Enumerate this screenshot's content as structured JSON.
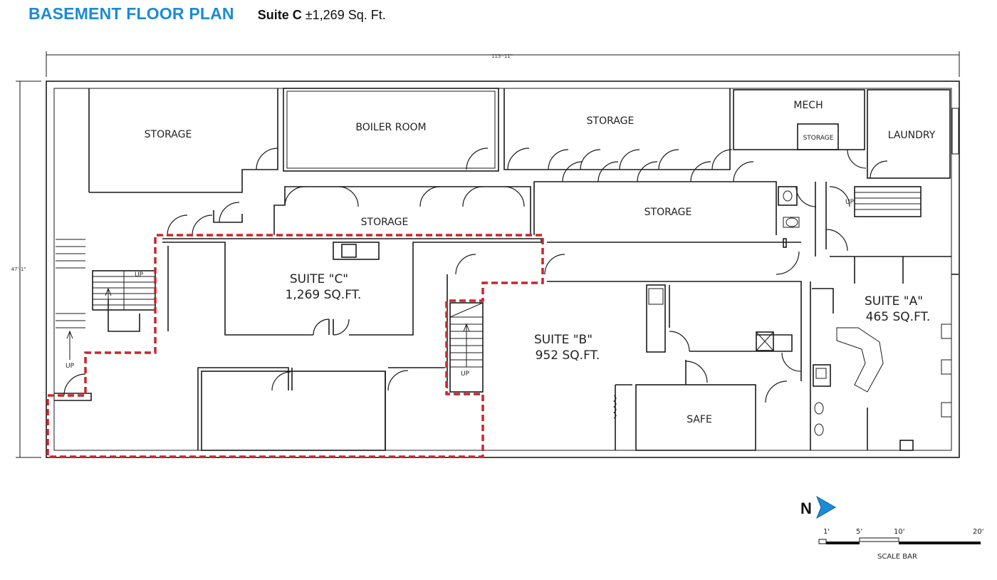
{
  "header": {
    "title": "BASEMENT FLOOR PLAN",
    "suite_label": "Suite C",
    "suite_area": "±1,269 Sq. Ft."
  },
  "plan": {
    "dimension_width": "113'-11\"",
    "dimension_height": "47'-1\"",
    "rooms": {
      "storage_nw": "STORAGE",
      "boiler": "BOILER ROOM",
      "storage_n_mid": "STORAGE",
      "mech": "MECH",
      "storage_small": "STORAGE",
      "laundry": "LAUNDRY",
      "storage_corridor_w": "STORAGE",
      "storage_corridor_e": "STORAGE",
      "safe": "SAFE"
    },
    "suites": {
      "c_name": "SUITE \"C\"",
      "c_area": "1,269 SQ.FT.",
      "b_name": "SUITE \"B\"",
      "b_area": "952 SQ.FT.",
      "a_name": "SUITE \"A\"",
      "a_area": "465 SQ.FT."
    },
    "stairs": {
      "up1": "UP",
      "up2": "UP",
      "up3": "UP",
      "up4": "UP"
    },
    "highlight_color": "#c8262d"
  },
  "legend": {
    "north": "N",
    "scale_ticks": [
      "1'",
      "5'",
      "10'",
      "20'"
    ],
    "scale_label": "SCALE BAR",
    "north_arrow_color": "#1a8bd6"
  }
}
